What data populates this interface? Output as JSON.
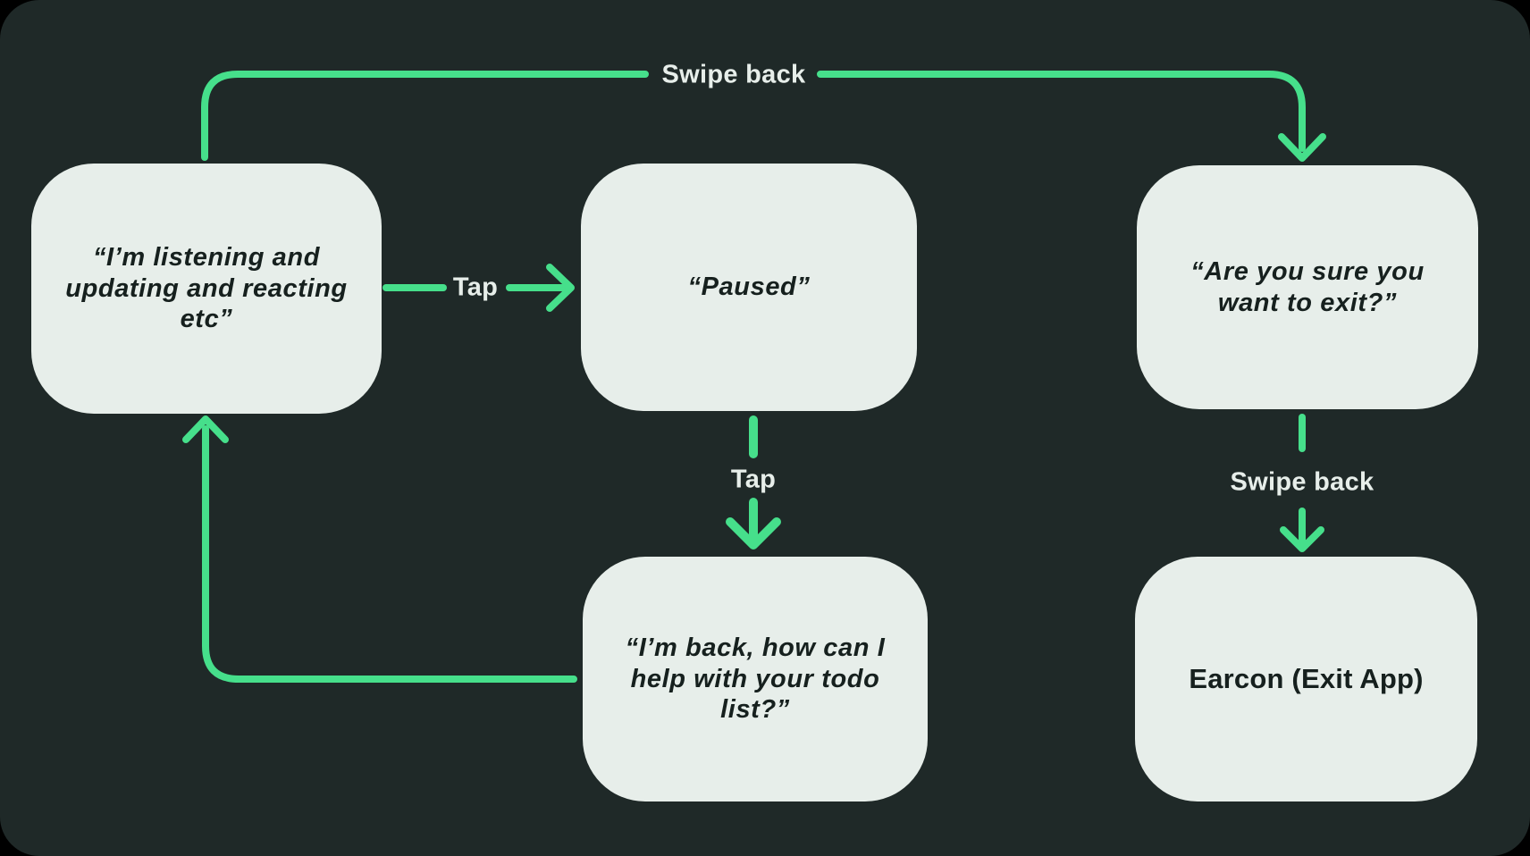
{
  "diagram": {
    "type": "flowchart",
    "nodes": [
      {
        "id": "listening",
        "label": "“I’m listening and updating and reacting etc”"
      },
      {
        "id": "paused",
        "label": "“Paused”"
      },
      {
        "id": "exit-confirm",
        "label": "“Are you sure you want to exit?”"
      },
      {
        "id": "back",
        "label": "“I’m back, how can I help with your todo list?”"
      },
      {
        "id": "earcon",
        "label": "Earcon (Exit App)"
      }
    ],
    "edges": [
      {
        "from": "listening",
        "to": "exit-confirm",
        "label": "Swipe back"
      },
      {
        "from": "listening",
        "to": "paused",
        "label": "Tap"
      },
      {
        "from": "paused",
        "to": "back",
        "label": "Tap"
      },
      {
        "from": "exit-confirm",
        "to": "earcon",
        "label": "Swipe back"
      },
      {
        "from": "back",
        "to": "listening",
        "label": ""
      }
    ],
    "colors": {
      "page_background": "#000000",
      "panel_background": "#1f2928",
      "node_fill": "#e7eeea",
      "node_text": "#16201e",
      "arrow_green": "#46df8b",
      "edge_label_text": "#e7eeea"
    }
  }
}
